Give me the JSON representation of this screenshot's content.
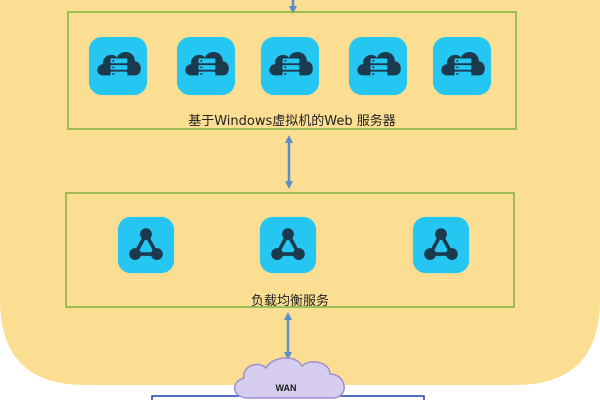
{
  "colors": {
    "backdrop": "#FCDE92",
    "group_border": "#7CB342",
    "tile": "#26C6F2",
    "glyph": "#1B3A4E",
    "arrow": "#5B8FC9",
    "cloud": "#D6CDEF",
    "wan_box_border": "#1F3FAF"
  },
  "web_server_group": {
    "label": "基于Windows虚拟机的Web 服务器",
    "icon": "cloud-server-icon",
    "count": 5
  },
  "load_balancer_group": {
    "label": "负载均衡服务",
    "icon": "network-hub-icon",
    "count": 3
  },
  "wan": {
    "label": "WAN",
    "icon": "cloud-icon"
  }
}
